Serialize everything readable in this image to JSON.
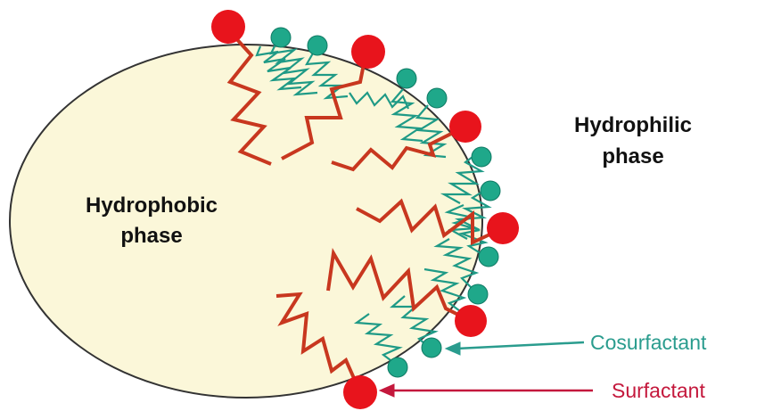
{
  "labels": {
    "hydrophobic_line1": "Hydrophobic",
    "hydrophobic_line2": "phase",
    "hydrophilic_line1": "Hydrophilic",
    "hydrophilic_line2": "phase",
    "cosurfactant": "Cosurfactant",
    "surfactant": "Surfactant"
  },
  "colors": {
    "droplet_fill": "#fbf7d9",
    "droplet_stroke": "#333333",
    "surfactant_head": "#e8141c",
    "surfactant_tail": "#c8371f",
    "cosurfactant_head": "#1fa88a",
    "cosurfactant_tail": "#1f9a86",
    "cosurfactant_text": "#2a9c8e",
    "surfactant_text": "#c4183c"
  }
}
